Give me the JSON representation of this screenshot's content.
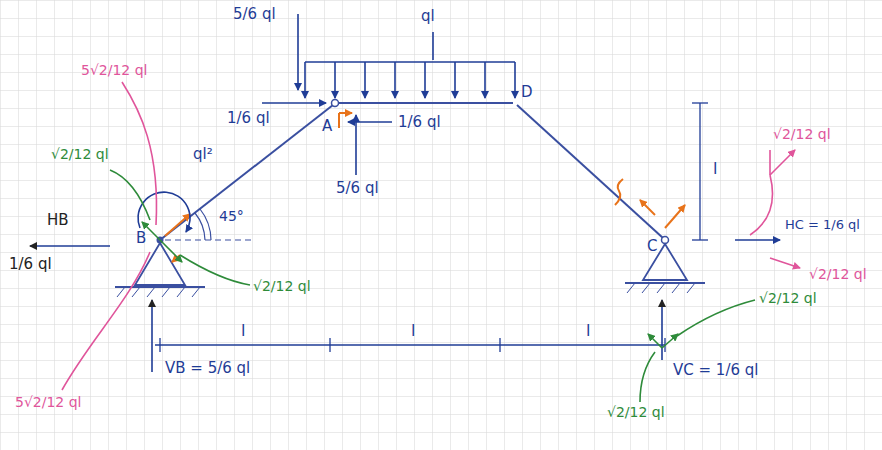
{
  "diagram": {
    "labels": [
      "5/6 ql",
      "ql",
      "1/6 ql",
      "A",
      "1/6 ql",
      "5/6 ql",
      "D",
      "l",
      "45°",
      "B",
      "ql²",
      "HB",
      "1/6 ql",
      "VB = 5/6 ql",
      "l",
      "l",
      "l",
      "C",
      "HC = 1/6 ql",
      "VC = 1/6 ql",
      "√2/12 ql",
      "√2/12 ql",
      "√2/12 ql",
      "√2/12 ql",
      "5√2/12 ql",
      "5√2/12 ql",
      "√2/12 ql",
      "√2/12 ql"
    ]
  }
}
